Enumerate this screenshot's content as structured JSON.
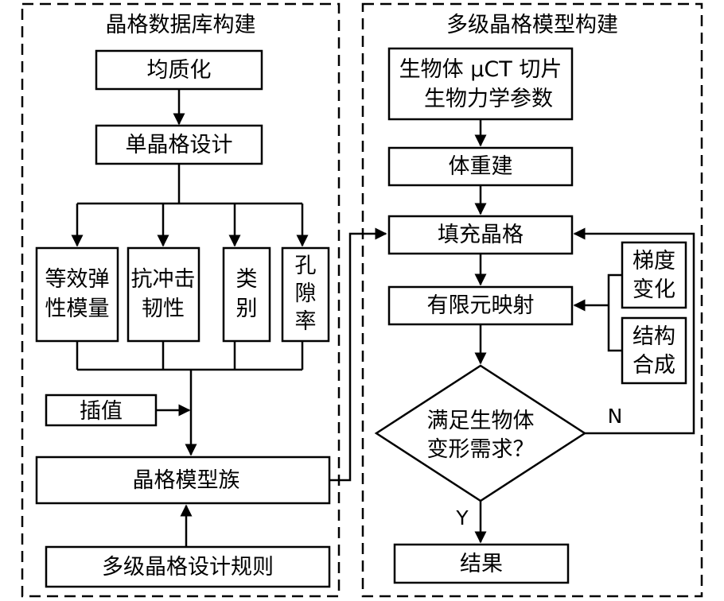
{
  "panels": {
    "left_title": "晶格数据库构建",
    "right_title": "多级晶格模型构建"
  },
  "left": {
    "homogenization": "均质化",
    "unit_lattice_design": "单晶格设计",
    "elastic_modulus": [
      "等效弹",
      "性模量"
    ],
    "impact_toughness": [
      "抗冲击",
      "韧性"
    ],
    "category": [
      "类",
      "别"
    ],
    "porosity": [
      "孔",
      "隙",
      "率"
    ],
    "interpolation": "插值",
    "lattice_family": "晶格模型族",
    "design_rules": "多级晶格设计规则"
  },
  "right": {
    "input": [
      "生物体 μCT 切片",
      "生物力学参数"
    ],
    "reconstruction": "体重建",
    "fill_lattice": "填充晶格",
    "fe_mapping": "有限元映射",
    "gradient": [
      "梯度",
      "变化"
    ],
    "structure": [
      "结构",
      "合成"
    ],
    "decision": [
      "满足生物体",
      "变形需求？"
    ],
    "no": "N",
    "yes": "Y",
    "result": "结果"
  }
}
